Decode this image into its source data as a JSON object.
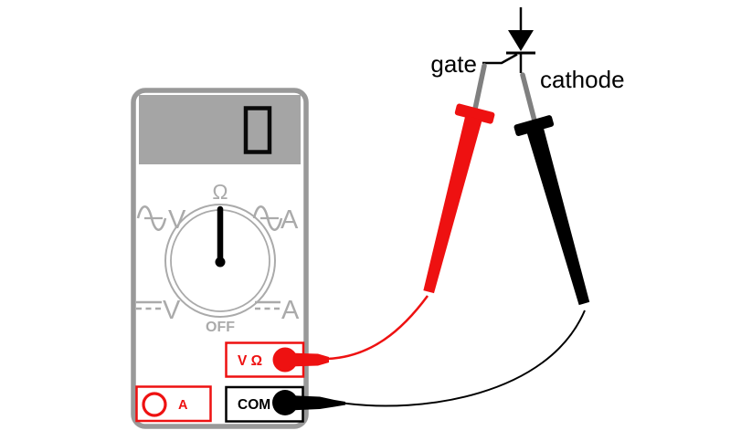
{
  "diagram": {
    "component": {
      "gate_label": "gate",
      "cathode_label": "cathode"
    },
    "multimeter": {
      "dial": {
        "ohms": "Ω",
        "ac_voltage": "V",
        "ac_current": "A",
        "dc_voltage": "V",
        "dc_current": "A",
        "off": "OFF"
      },
      "jacks": {
        "volt_ohm": "V Ω",
        "current": "A",
        "common": "COM"
      }
    },
    "colors": {
      "probe_red": "#ee1111",
      "probe_black": "#000000",
      "meter_border_gray": "#999999",
      "display_gray": "#a5a5a5",
      "dial_gray": "#aaaaaa",
      "lead_gray": "#808080"
    }
  }
}
